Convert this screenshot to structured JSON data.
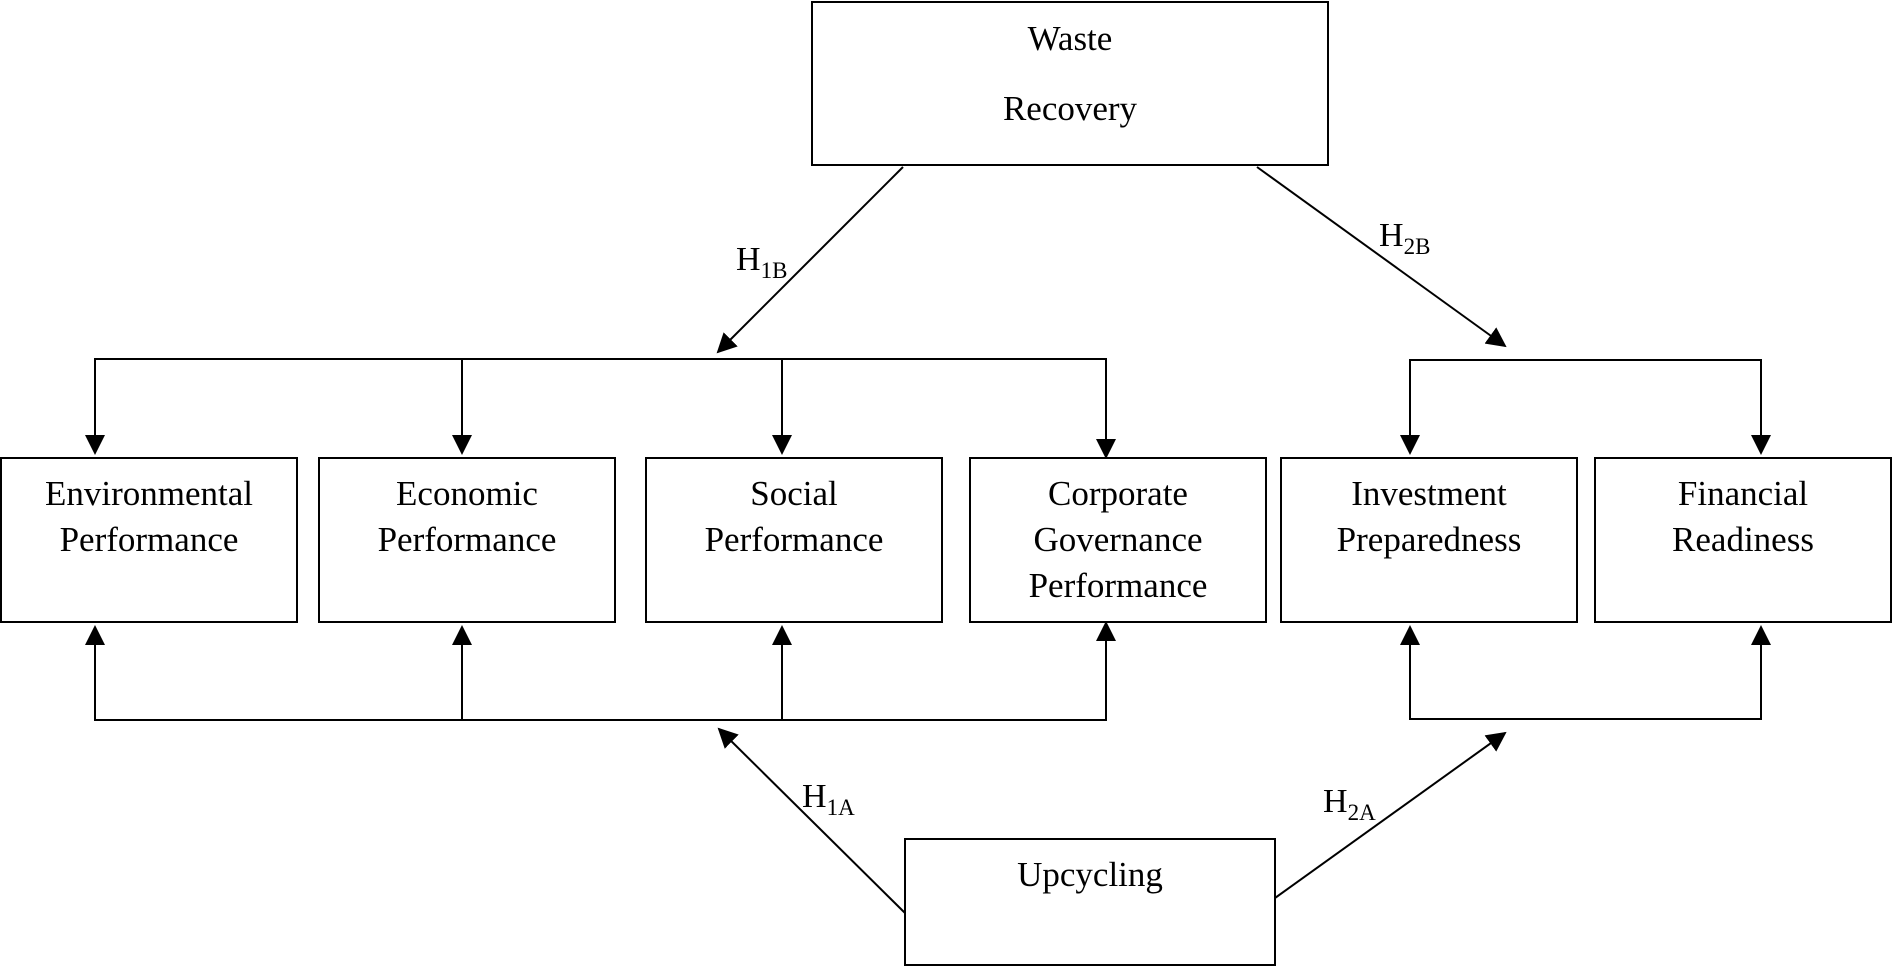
{
  "nodes": {
    "waste_recovery": {
      "line1": "Waste",
      "line2": "Recovery"
    },
    "upcycling": {
      "label": "Upcycling"
    },
    "environmental_performance": {
      "line1": "Environmental",
      "line2": "Performance"
    },
    "economic_performance": {
      "line1": "Economic",
      "line2": "Performance"
    },
    "social_performance": {
      "line1": "Social",
      "line2": "Performance"
    },
    "corporate_governance_performance": {
      "line1": "Corporate",
      "line2": "Governance",
      "line3": "Performance"
    },
    "investment_preparedness": {
      "line1": "Investment",
      "line2": "Preparedness"
    },
    "financial_readiness": {
      "line1": "Financial",
      "line2": "Readiness"
    }
  },
  "hypotheses": {
    "h1b": {
      "main": "H",
      "sub": "1B"
    },
    "h2b": {
      "main": "H",
      "sub": "2B"
    },
    "h1a": {
      "main": "H",
      "sub": "1A"
    },
    "h2a": {
      "main": "H",
      "sub": "2A"
    }
  }
}
